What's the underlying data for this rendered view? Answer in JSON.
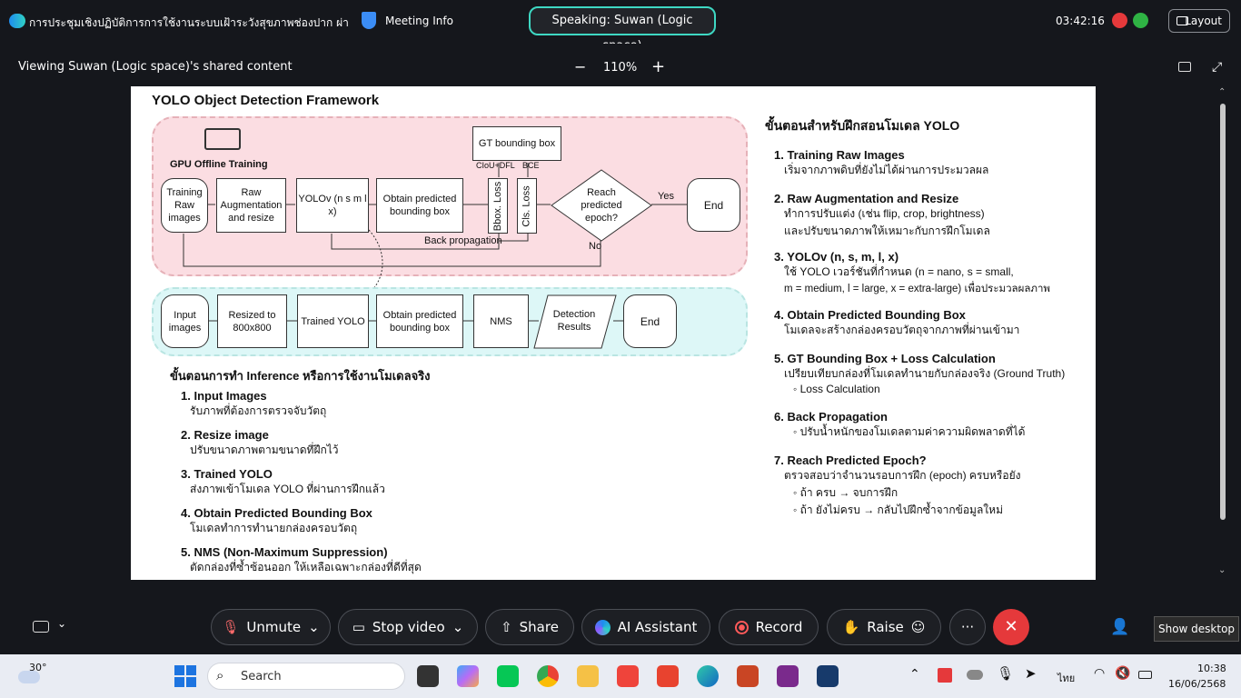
{
  "topbar": {
    "meeting_title": "การประชุมเชิงปฏิบัติการการใช้งานระบบเฝ้าระวังสุขภาพช่องปาก ผ่าน...",
    "meeting_info_label": "Meeting Info",
    "speaking_label": "Speaking: Suwan (Logic space)",
    "clock": "03:42:16",
    "layout_label": "Layout"
  },
  "share_bar": {
    "viewing_label": "Viewing Suwan (Logic space)'s shared content",
    "zoom": "110%",
    "zoom_out": "−",
    "zoom_in": "+"
  },
  "slide": {
    "title": "YOLO Object Detection Framework",
    "training": {
      "label": "GPU Offline Training",
      "boxes": [
        "Training Raw images",
        "Raw Augmentation and resize",
        "YOLOv (n s m l x)",
        "Obtain predicted bounding box"
      ],
      "gt_box": "GT bounding box",
      "loss_tags": [
        "CIoU+DFL",
        "BCE"
      ],
      "bbox_loss": "Bbox. Loss",
      "cls_loss": "Cls. Loss",
      "decision": "Reach predicted epoch?",
      "yes": "Yes",
      "no": "No",
      "end": "End",
      "back_prop": "Back propagation"
    },
    "inference": {
      "boxes": [
        "Input images",
        "Resized to 800x800",
        "Trained YOLO",
        "Obtain predicted bounding box",
        "NMS",
        "Detection Results",
        "End"
      ]
    },
    "inference_heading": "ขั้นตอนการทำ Inference หรือการใช้งานโมเดลจริง",
    "inference_steps": [
      {
        "title": "1. Input Images",
        "desc": "รับภาพที่ต้องการตรวจจับวัตถุ"
      },
      {
        "title": "2. Resize image",
        "desc": "ปรับขนาดภาพตามขนาดที่ฝึกไว้"
      },
      {
        "title": "3. Trained YOLO",
        "desc": "ส่งภาพเข้าโมเดล YOLO ที่ผ่านการฝึกแล้ว"
      },
      {
        "title": "4. Obtain Predicted Bounding Box",
        "desc": "โมเดลทำการทำนายกล่องครอบวัตถุ"
      },
      {
        "title": "5. NMS (Non-Maximum Suppression)",
        "desc": "ตัดกล่องที่ซ้ำซ้อนออก ให้เหลือเฉพาะกล่องที่ดีที่สุด"
      }
    ],
    "training_heading": "ขั้นตอนสำหรับฝึกสอนโมเดล YOLO",
    "training_steps": [
      {
        "title": "1. Training Raw Images",
        "lines": [
          "เริ่มจากภาพดิบที่ยังไม่ได้ผ่านการประมวลผล"
        ]
      },
      {
        "title": "2. Raw Augmentation and Resize",
        "lines": [
          "ทำการปรับแต่ง (เช่น flip, crop, brightness)",
          "และปรับขนาดภาพให้เหมาะกับการฝึกโมเดล"
        ]
      },
      {
        "title": "3. YOLOv (n, s, m, l, x)",
        "lines": [
          "ใช้ YOLO เวอร์ชันที่กำหนด (n = nano, s = small,",
          "m = medium, l = large, x = extra-large) เพื่อประมวลผลภาพ"
        ]
      },
      {
        "title": "4. Obtain Predicted Bounding Box",
        "lines": [
          "โมเดลจะสร้างกล่องครอบวัตถุจากภาพที่ผ่านเข้ามา"
        ]
      },
      {
        "title": "5. GT Bounding Box + Loss Calculation",
        "lines": [
          "เปรียบเทียบกล่องที่โมเดลทำนายกับกล่องจริง (Ground Truth)",
          "   ◦ Loss Calculation"
        ]
      },
      {
        "title": "6. Back Propagation",
        "lines": [
          "   ◦ ปรับน้ำหนักของโมเดลตามค่าความผิดพลาดที่ได้"
        ]
      },
      {
        "title": "7. Reach Predicted Epoch?",
        "lines": [
          "ตรวจสอบว่าจำนวนรอบการฝึก (epoch) ครบหรือยัง",
          "   ◦ ถ้า ครบ → จบการฝึก",
          "   ◦ ถ้า ยังไม่ครบ → กลับไปฝึกซ้ำจากข้อมูลใหม่"
        ]
      }
    ]
  },
  "controls": {
    "unmute": "Unmute",
    "stop_video": "Stop video",
    "share": "Share",
    "ai_assistant": "AI Assistant",
    "record": "Record",
    "raise": "Raise",
    "more": "···",
    "show_desktop": "Show desktop"
  },
  "taskbar": {
    "temperature": "30°",
    "search_placeholder": "Search",
    "lang": "ไทย",
    "time": "10:38",
    "date": "16/06/2568"
  },
  "colors": {
    "train_bg": "#fbdde2",
    "infer_bg": "#ddf7f7",
    "speak_border": "#3ed8c3",
    "end_call": "#e5393b"
  }
}
